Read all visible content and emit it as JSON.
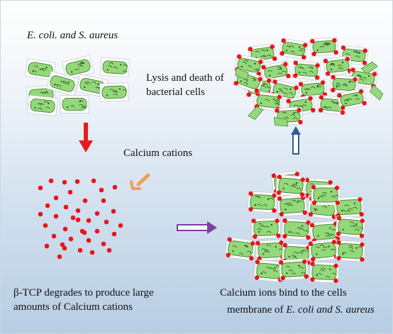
{
  "labels": {
    "bacteria_title": "E. coli. and S. aureus",
    "lysis_line1": "Lysis and death of",
    "lysis_line2": "bacterial cells",
    "calcium_cations": "Calcium cations",
    "tcp_line1": "β-TCP degrades to produce large",
    "tcp_line2": "amounts of Calcium cations",
    "bind_line1": "Calcium ions bind to the cells",
    "bind_line2_prefix": "membrane of ",
    "bind_line2_italic": "E. coli and S. aureus"
  },
  "colors": {
    "cell_fill": "#93d87a",
    "cell_stroke": "#4f8a3c",
    "calcium_dot": "#e8141b",
    "arrow_down": "#e41e1e",
    "arrow_diag": "#f0a050",
    "arrow_right": "#7a3fa0",
    "arrow_up": "#2f5f92"
  }
}
